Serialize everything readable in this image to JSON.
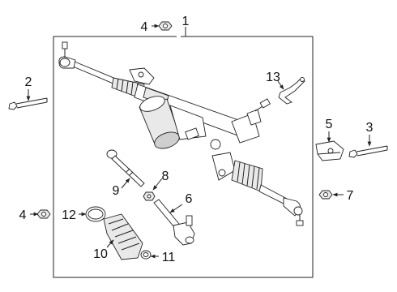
{
  "callouts": [
    {
      "id": "c1",
      "label": "1"
    },
    {
      "id": "c2",
      "label": "2"
    },
    {
      "id": "c3",
      "label": "3"
    },
    {
      "id": "c4a",
      "label": "4"
    },
    {
      "id": "c4b",
      "label": "4"
    },
    {
      "id": "c5",
      "label": "5"
    },
    {
      "id": "c6",
      "label": "6"
    },
    {
      "id": "c7",
      "label": "7"
    },
    {
      "id": "c8",
      "label": "8"
    },
    {
      "id": "c9",
      "label": "9"
    },
    {
      "id": "c10",
      "label": "10"
    },
    {
      "id": "c11",
      "label": "11"
    },
    {
      "id": "c12",
      "label": "12"
    },
    {
      "id": "c13",
      "label": "13"
    }
  ],
  "colors": {
    "line": "#222222",
    "background": "#ffffff"
  }
}
